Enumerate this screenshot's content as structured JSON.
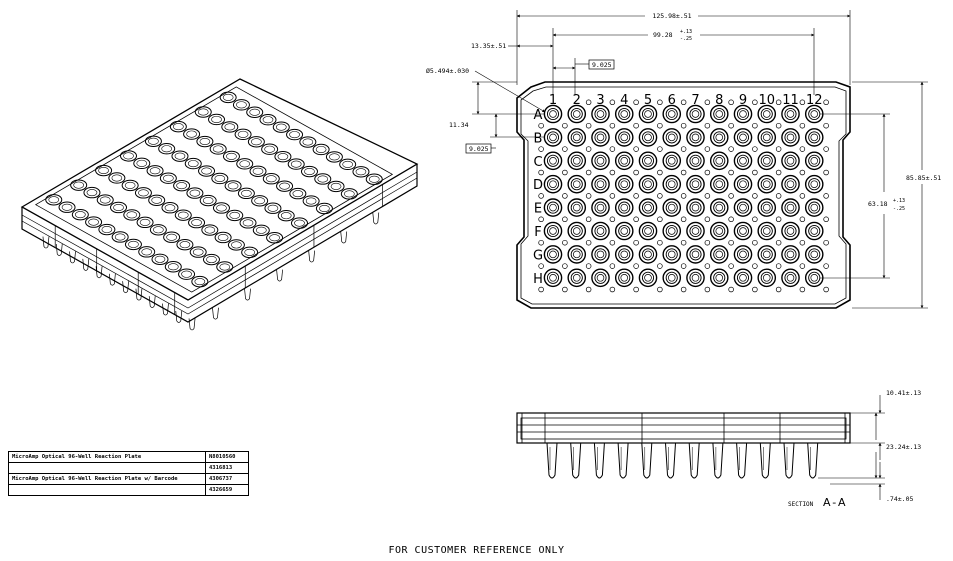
{
  "dimensions": {
    "overall_width": "125.98±.51",
    "col_span": "99.28",
    "col_span_tol_plus": "+.13",
    "col_span_tol_minus": "-.25",
    "edge_offset": "13.35±.51",
    "well_pitch_x": "9.025",
    "well_diameter": "Ø5.494±.030",
    "row_offset": "11.34",
    "well_pitch_y": "9.025",
    "row_span": "63.18",
    "row_span_tol_plus": "+.13",
    "row_span_tol_minus": "-.25",
    "overall_depth": "85.85±.51",
    "skirt_height": "10.41±.13",
    "overall_height": "23.24±.13",
    "tip_offset": ".74±.05"
  },
  "columns": [
    "1",
    "2",
    "3",
    "4",
    "5",
    "6",
    "7",
    "8",
    "9",
    "10",
    "11",
    "12"
  ],
  "rows": [
    "A",
    "B",
    "C",
    "D",
    "E",
    "F",
    "G",
    "H"
  ],
  "section_label": "SECTION",
  "section_name": "A-A",
  "part_table": [
    {
      "description": "MicroAmp Optical 96-Well Reaction Plate",
      "numbers": [
        "N8010560",
        "4316813"
      ]
    },
    {
      "description": "MicroAmp Optical 96-Well Reaction Plate w/ Barcode",
      "numbers": [
        "4306737",
        "4326659"
      ]
    }
  ],
  "footer": "FOR CUSTOMER REFERENCE ONLY"
}
